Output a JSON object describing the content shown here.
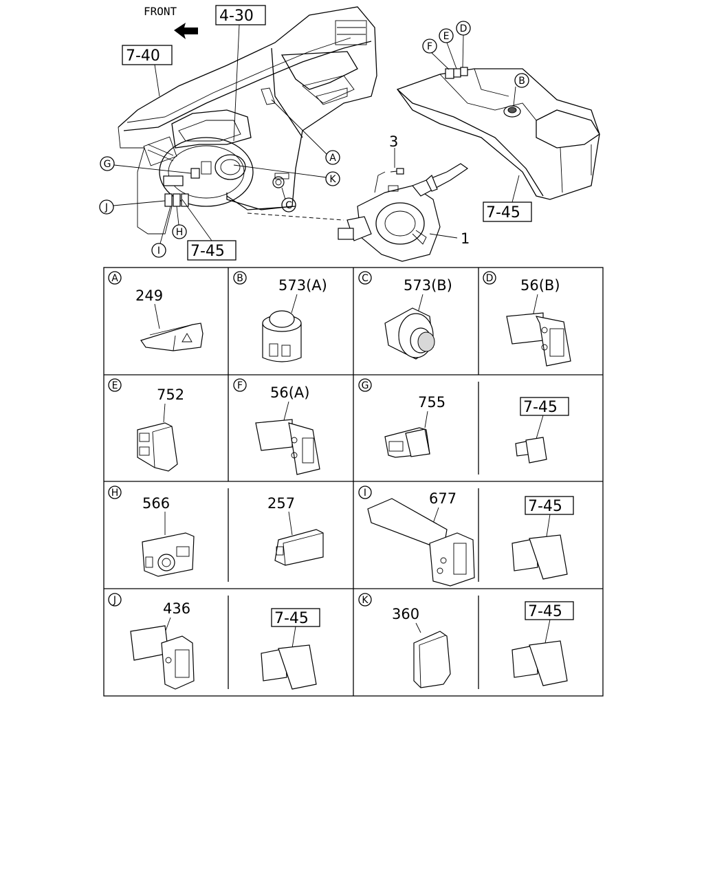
{
  "overview": {
    "front_label": "FRONT",
    "refs": {
      "dash": "7-40",
      "steering": "4-30",
      "console": "7-45",
      "lower": "7-45"
    },
    "parts": {
      "screw": "3",
      "combination_switch": "1"
    },
    "callouts": {
      "A": "A",
      "B": "B",
      "C": "C",
      "D": "D",
      "E": "E",
      "F": "F",
      "G": "G",
      "H": "H",
      "I": "I",
      "J": "J",
      "K": "K"
    }
  },
  "grid": {
    "r1c1": {
      "letter": "A",
      "part": "249"
    },
    "r1c2": {
      "letter": "B",
      "part": "573(A)"
    },
    "r1c3": {
      "letter": "C",
      "part": "573(B)"
    },
    "r1c4": {
      "letter": "D",
      "part": "56(B)"
    },
    "r2c1": {
      "letter": "E",
      "part": "752"
    },
    "r2c2": {
      "letter": "F",
      "part": "56(A)"
    },
    "r2c3": {
      "letter": "G",
      "part": "755"
    },
    "r2c4": {
      "ref": "7-45"
    },
    "r3c1": {
      "letter": "H",
      "part": "566"
    },
    "r3c2": {
      "part": "257"
    },
    "r3c3": {
      "letter": "I",
      "part": "677"
    },
    "r3c4": {
      "ref": "7-45"
    },
    "r4c1": {
      "letter": "J",
      "part": "436"
    },
    "r4c2": {
      "ref": "7-45"
    },
    "r4c3": {
      "letter": "K",
      "part": "360"
    },
    "r4c4": {
      "ref": "7-45"
    }
  }
}
